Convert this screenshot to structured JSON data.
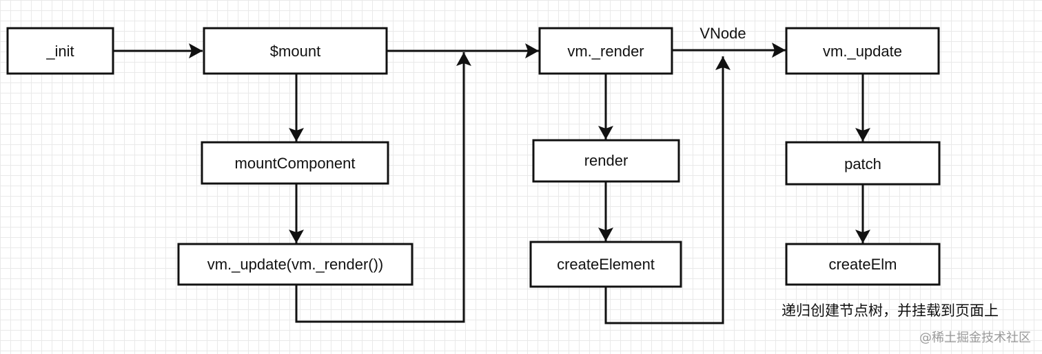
{
  "nodes": {
    "init": "_init",
    "mount": "$mount",
    "mount_component": "mountComponent",
    "vm_update_render": "vm._update(vm._render())",
    "vm_render": "vm._render",
    "render": "render",
    "create_element": "createElement",
    "vm_update": "vm._update",
    "patch": "patch",
    "create_elm": "createElm"
  },
  "edge_labels": {
    "vnode": "VNode"
  },
  "note": "递归创建节点树，并挂载到页面上",
  "watermark": "@稀土掘金技术社区",
  "colors": {
    "stroke": "#111111",
    "grid": "#e9e9e9",
    "background": "#ffffff",
    "watermark": "#9a9a9a"
  }
}
